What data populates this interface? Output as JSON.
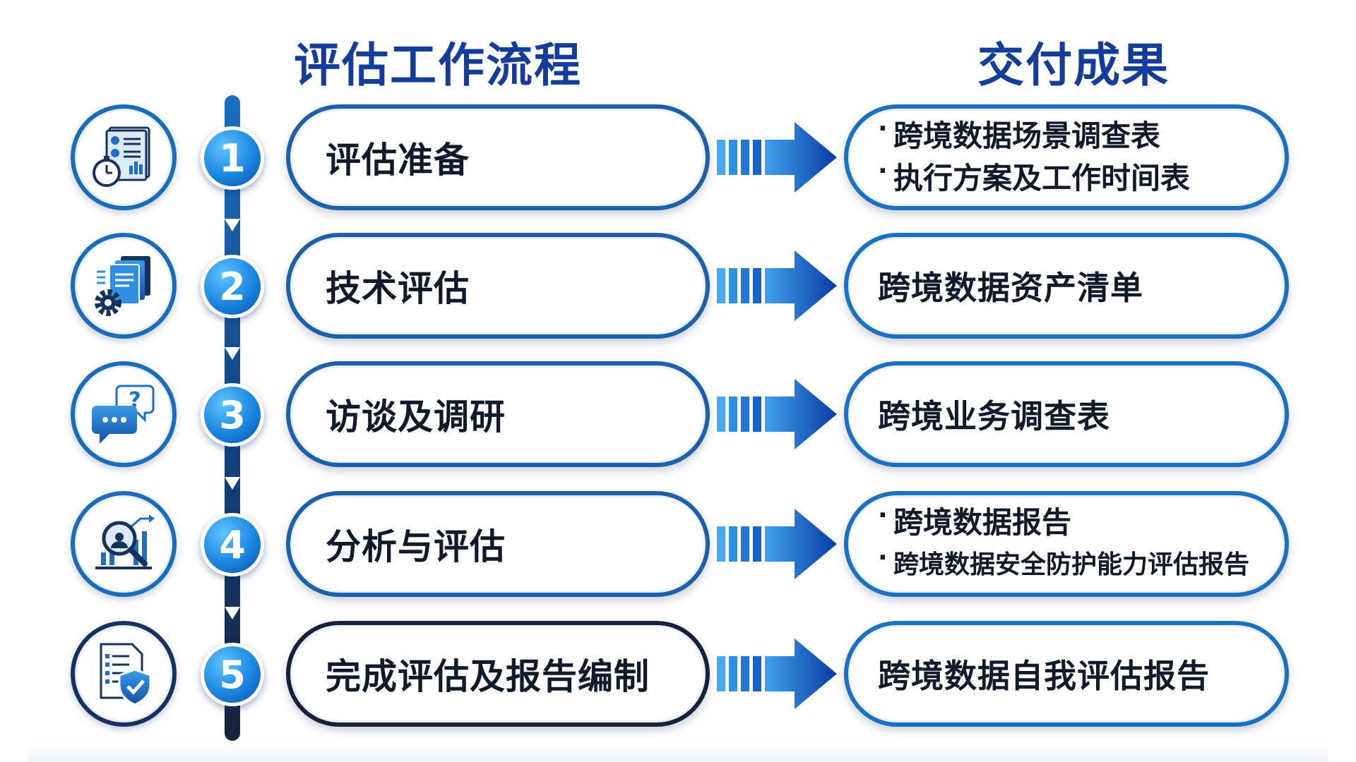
{
  "headers": {
    "left": "评估工作流程",
    "right": "交付成果"
  },
  "steps": [
    {
      "number": "1",
      "label": "评估准备",
      "icon": "document-stopwatch-icon",
      "deliverables": [
        "跨境数据场景调查表",
        "执行方案及工作时间表"
      ]
    },
    {
      "number": "2",
      "label": "技术评估",
      "icon": "documents-gear-icon",
      "deliverables": [
        "跨境数据资产清单"
      ]
    },
    {
      "number": "3",
      "label": "访谈及调研",
      "icon": "chat-question-icon",
      "deliverables": [
        "跨境业务调查表"
      ]
    },
    {
      "number": "4",
      "label": "分析与评估",
      "icon": "magnifier-chart-icon",
      "deliverables": [
        "跨境数据报告",
        "跨境数据安全防护能力评估报告"
      ]
    },
    {
      "number": "5",
      "label": "完成评估及报告编制",
      "icon": "checklist-shield-icon",
      "deliverables": [
        "跨境数据自我评估报告"
      ]
    }
  ],
  "colors": {
    "title": "#143c9a",
    "accent_blue": "#1a86e0",
    "border_blue": "#1d5fa8",
    "arrow_blue": "#0b3ea8",
    "text_dark": "#111a2a"
  }
}
